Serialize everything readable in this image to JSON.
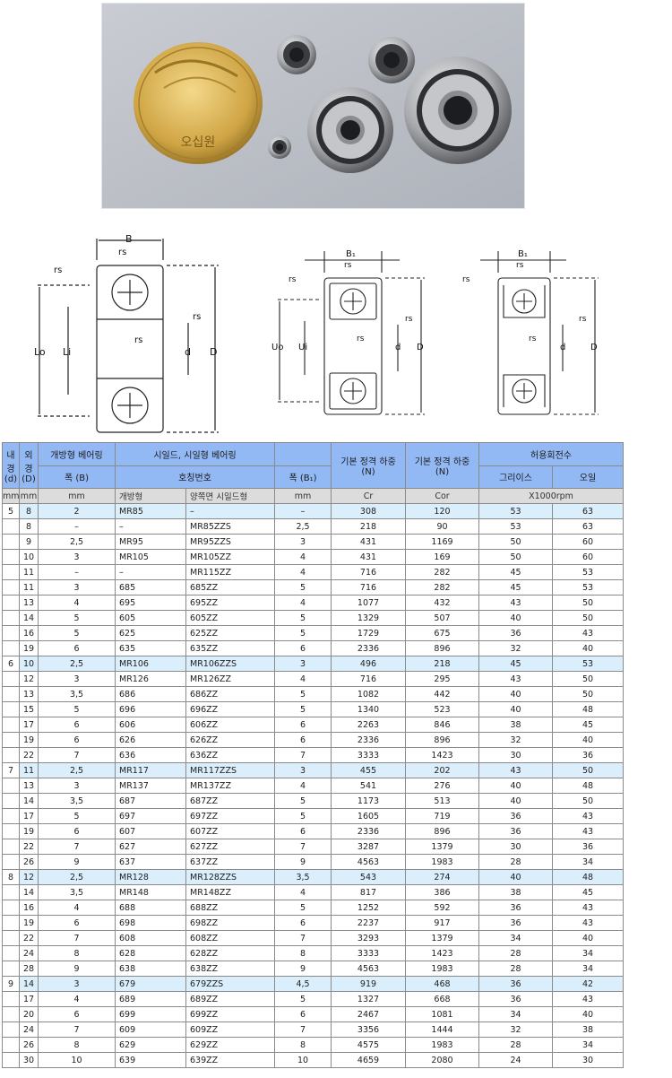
{
  "diagram_labels": {
    "B": "B",
    "rs": "rs",
    "Lo": "Lo",
    "Li": "Li",
    "d": "d",
    "D": "D",
    "B1": "B₁",
    "Uo": "Uo",
    "Ui": "Ui"
  },
  "coin_text": "오십원",
  "header": {
    "inner_diameter": [
      "내",
      "경",
      "(d)"
    ],
    "outer_diameter": [
      "외",
      "경",
      "(D)"
    ],
    "open_bearing": "개방형 베어링",
    "shield_bearing": "시일드, 시일형 베어링",
    "basic_dynamic_load": "기본 정격 하중",
    "basic_static_load": "기본 정격 하중",
    "n_unit": "(N)",
    "allowable_speed": "허용회전수",
    "width_b": "폭 (B)",
    "designation": "호칭번호",
    "width_b1": "폭 (B₁)",
    "grease": "그리이스",
    "oil": "오일",
    "unit_mm": "mm",
    "unit_mm2": "mm",
    "unit_mm3": "mm",
    "open_type": "개방형",
    "double_shield": "양쪽면 시일드형",
    "unit_mm4": "mm",
    "cr": "Cr",
    "cor": "Cor",
    "rpm_unit": "X1000rpm"
  },
  "rows": [
    {
      "d": "5",
      "D": "8",
      "B": "2",
      "open": "MR85",
      "shield": "–",
      "B1": "–",
      "Cr": "308",
      "Cor": "120",
      "grease": "53",
      "oil": "63"
    },
    {
      "d": "",
      "D": "8",
      "B": "–",
      "open": "–",
      "shield": "MR85ZZS",
      "B1": "2,5",
      "Cr": "218",
      "Cor": "90",
      "grease": "53",
      "oil": "63"
    },
    {
      "d": "",
      "D": "9",
      "B": "2,5",
      "open": "MR95",
      "shield": "MR95ZZS",
      "B1": "3",
      "Cr": "431",
      "Cor": "1169",
      "grease": "50",
      "oil": "60"
    },
    {
      "d": "",
      "D": "10",
      "B": "3",
      "open": "MR105",
      "shield": "MR105ZZ",
      "B1": "4",
      "Cr": "431",
      "Cor": "169",
      "grease": "50",
      "oil": "60"
    },
    {
      "d": "",
      "D": "11",
      "B": "–",
      "open": "–",
      "shield": "MR115ZZ",
      "B1": "4",
      "Cr": "716",
      "Cor": "282",
      "grease": "45",
      "oil": "53"
    },
    {
      "d": "",
      "D": "11",
      "B": "3",
      "open": "685",
      "shield": "685ZZ",
      "B1": "5",
      "Cr": "716",
      "Cor": "282",
      "grease": "45",
      "oil": "53"
    },
    {
      "d": "",
      "D": "13",
      "B": "4",
      "open": "695",
      "shield": "695ZZ",
      "B1": "4",
      "Cr": "1077",
      "Cor": "432",
      "grease": "43",
      "oil": "50"
    },
    {
      "d": "",
      "D": "14",
      "B": "5",
      "open": "605",
      "shield": "605ZZ",
      "B1": "5",
      "Cr": "1329",
      "Cor": "507",
      "grease": "40",
      "oil": "50"
    },
    {
      "d": "",
      "D": "16",
      "B": "5",
      "open": "625",
      "shield": "625ZZ",
      "B1": "5",
      "Cr": "1729",
      "Cor": "675",
      "grease": "36",
      "oil": "43"
    },
    {
      "d": "",
      "D": "19",
      "B": "6",
      "open": "635",
      "shield": "635ZZ",
      "B1": "6",
      "Cr": "2336",
      "Cor": "896",
      "grease": "32",
      "oil": "40"
    },
    {
      "d": "6",
      "D": "10",
      "B": "2,5",
      "open": "MR106",
      "shield": "MR106ZZS",
      "B1": "3",
      "Cr": "496",
      "Cor": "218",
      "grease": "45",
      "oil": "53"
    },
    {
      "d": "",
      "D": "12",
      "B": "3",
      "open": "MR126",
      "shield": "MR126ZZ",
      "B1": "4",
      "Cr": "716",
      "Cor": "295",
      "grease": "43",
      "oil": "50"
    },
    {
      "d": "",
      "D": "13",
      "B": "3,5",
      "open": "686",
      "shield": "686ZZ",
      "B1": "5",
      "Cr": "1082",
      "Cor": "442",
      "grease": "40",
      "oil": "50"
    },
    {
      "d": "",
      "D": "15",
      "B": "5",
      "open": "696",
      "shield": "696ZZ",
      "B1": "5",
      "Cr": "1340",
      "Cor": "523",
      "grease": "40",
      "oil": "48"
    },
    {
      "d": "",
      "D": "17",
      "B": "6",
      "open": "606",
      "shield": "606ZZ",
      "B1": "6",
      "Cr": "2263",
      "Cor": "846",
      "grease": "38",
      "oil": "45"
    },
    {
      "d": "",
      "D": "19",
      "B": "6",
      "open": "626",
      "shield": "626ZZ",
      "B1": "6",
      "Cr": "2336",
      "Cor": "896",
      "grease": "32",
      "oil": "40"
    },
    {
      "d": "",
      "D": "22",
      "B": "7",
      "open": "636",
      "shield": "636ZZ",
      "B1": "7",
      "Cr": "3333",
      "Cor": "1423",
      "grease": "30",
      "oil": "36"
    },
    {
      "d": "7",
      "D": "11",
      "B": "2,5",
      "open": "MR117",
      "shield": "MR117ZZS",
      "B1": "3",
      "Cr": "455",
      "Cor": "202",
      "grease": "43",
      "oil": "50"
    },
    {
      "d": "",
      "D": "13",
      "B": "3",
      "open": "MR137",
      "shield": "MR137ZZ",
      "B1": "4",
      "Cr": "541",
      "Cor": "276",
      "grease": "40",
      "oil": "48"
    },
    {
      "d": "",
      "D": "14",
      "B": "3,5",
      "open": "687",
      "shield": "687ZZ",
      "B1": "5",
      "Cr": "1173",
      "Cor": "513",
      "grease": "40",
      "oil": "50"
    },
    {
      "d": "",
      "D": "17",
      "B": "5",
      "open": "697",
      "shield": "697ZZ",
      "B1": "5",
      "Cr": "1605",
      "Cor": "719",
      "grease": "36",
      "oil": "43"
    },
    {
      "d": "",
      "D": "19",
      "B": "6",
      "open": "607",
      "shield": "607ZZ",
      "B1": "6",
      "Cr": "2336",
      "Cor": "896",
      "grease": "36",
      "oil": "43"
    },
    {
      "d": "",
      "D": "22",
      "B": "7",
      "open": "627",
      "shield": "627ZZ",
      "B1": "7",
      "Cr": "3287",
      "Cor": "1379",
      "grease": "30",
      "oil": "36"
    },
    {
      "d": "",
      "D": "26",
      "B": "9",
      "open": "637",
      "shield": "637ZZ",
      "B1": "9",
      "Cr": "4563",
      "Cor": "1983",
      "grease": "28",
      "oil": "34"
    },
    {
      "d": "8",
      "D": "12",
      "B": "2,5",
      "open": "MR128",
      "shield": "MR128ZZS",
      "B1": "3,5",
      "Cr": "543",
      "Cor": "274",
      "grease": "40",
      "oil": "48"
    },
    {
      "d": "",
      "D": "14",
      "B": "3,5",
      "open": "MR148",
      "shield": "MR148ZZ",
      "B1": "4",
      "Cr": "817",
      "Cor": "386",
      "grease": "38",
      "oil": "45"
    },
    {
      "d": "",
      "D": "16",
      "B": "4",
      "open": "688",
      "shield": "688ZZ",
      "B1": "5",
      "Cr": "1252",
      "Cor": "592",
      "grease": "36",
      "oil": "43"
    },
    {
      "d": "",
      "D": "19",
      "B": "6",
      "open": "698",
      "shield": "698ZZ",
      "B1": "6",
      "Cr": "2237",
      "Cor": "917",
      "grease": "36",
      "oil": "43"
    },
    {
      "d": "",
      "D": "22",
      "B": "7",
      "open": "608",
      "shield": "608ZZ",
      "B1": "7",
      "Cr": "3293",
      "Cor": "1379",
      "grease": "34",
      "oil": "40"
    },
    {
      "d": "",
      "D": "24",
      "B": "8",
      "open": "628",
      "shield": "628ZZ",
      "B1": "8",
      "Cr": "3333",
      "Cor": "1423",
      "grease": "28",
      "oil": "34"
    },
    {
      "d": "",
      "D": "28",
      "B": "9",
      "open": "638",
      "shield": "638ZZ",
      "B1": "9",
      "Cr": "4563",
      "Cor": "1983",
      "grease": "28",
      "oil": "34"
    },
    {
      "d": "9",
      "D": "14",
      "B": "3",
      "open": "679",
      "shield": "679ZZS",
      "B1": "4,5",
      "Cr": "919",
      "Cor": "468",
      "grease": "36",
      "oil": "42"
    },
    {
      "d": "",
      "D": "17",
      "B": "4",
      "open": "689",
      "shield": "689ZZ",
      "B1": "5",
      "Cr": "1327",
      "Cor": "668",
      "grease": "36",
      "oil": "43"
    },
    {
      "d": "",
      "D": "20",
      "B": "6",
      "open": "699",
      "shield": "699ZZ",
      "B1": "6",
      "Cr": "2467",
      "Cor": "1081",
      "grease": "34",
      "oil": "40"
    },
    {
      "d": "",
      "D": "24",
      "B": "7",
      "open": "609",
      "shield": "609ZZ",
      "B1": "7",
      "Cr": "3356",
      "Cor": "1444",
      "grease": "32",
      "oil": "38"
    },
    {
      "d": "",
      "D": "26",
      "B": "8",
      "open": "629",
      "shield": "629ZZ",
      "B1": "8",
      "Cr": "4575",
      "Cor": "1983",
      "grease": "28",
      "oil": "34"
    },
    {
      "d": "",
      "D": "30",
      "B": "10",
      "open": "639",
      "shield": "639ZZ",
      "B1": "10",
      "Cr": "4659",
      "Cor": "2080",
      "grease": "24",
      "oil": "30"
    }
  ]
}
